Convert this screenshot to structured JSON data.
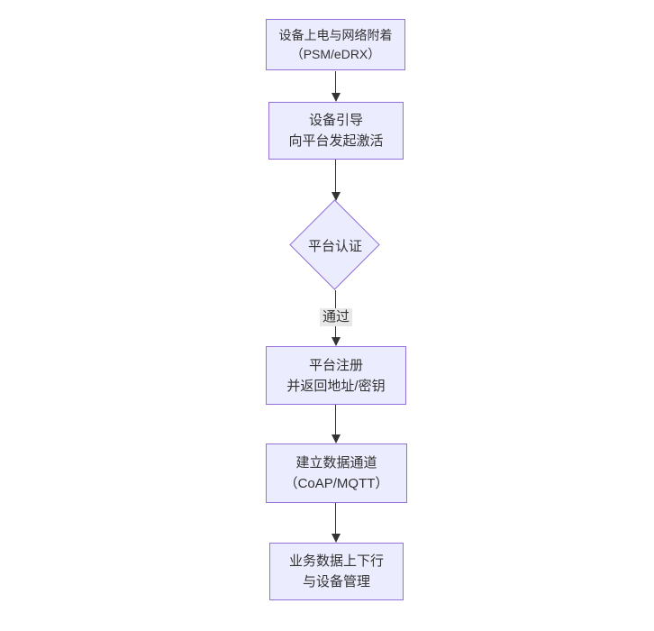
{
  "diagram": {
    "type": "flowchart",
    "direction": "top-down",
    "nodes": [
      {
        "id": "n1",
        "shape": "rect",
        "lines": [
          "设备上电与网络附着",
          "（PSM/eDRX）"
        ]
      },
      {
        "id": "n2",
        "shape": "rect",
        "lines": [
          "设备引导",
          "向平台发起激活"
        ]
      },
      {
        "id": "n3",
        "shape": "diamond",
        "label": "平台认证"
      },
      {
        "id": "n4",
        "shape": "rect",
        "lines": [
          "平台注册",
          "并返回地址/密钥"
        ]
      },
      {
        "id": "n5",
        "shape": "rect",
        "lines": [
          "建立数据通道",
          "（CoAP/MQTT）"
        ]
      },
      {
        "id": "n6",
        "shape": "rect",
        "lines": [
          "业务数据上下行",
          "与设备管理"
        ]
      }
    ],
    "edges": [
      {
        "from": "n1",
        "to": "n2",
        "label": ""
      },
      {
        "from": "n2",
        "to": "n3",
        "label": ""
      },
      {
        "from": "n3",
        "to": "n4",
        "label": "通过"
      },
      {
        "from": "n4",
        "to": "n5",
        "label": ""
      },
      {
        "from": "n5",
        "to": "n6",
        "label": ""
      }
    ],
    "colors": {
      "node_fill": "#ECECFF",
      "node_border": "#9370DB",
      "edge": "#333333",
      "label_bg": "#e8e8e8",
      "text": "#333333"
    }
  }
}
